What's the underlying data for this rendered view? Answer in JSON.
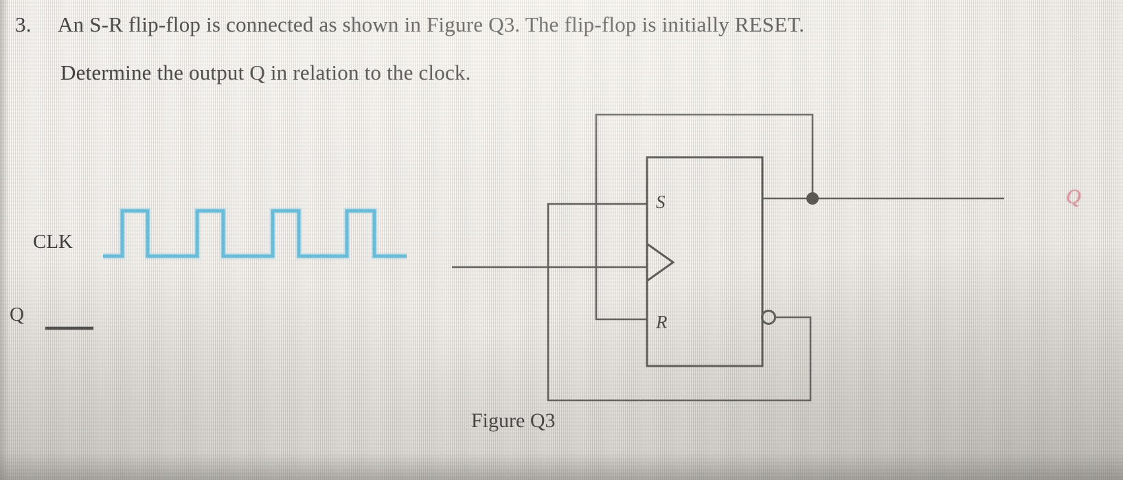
{
  "question": {
    "number": "3.",
    "line1": "An S-R flip-flop is connected as shown in Figure Q3. The flip-flop is initially RESET.",
    "line2": "Determine the output Q in relation to the clock."
  },
  "timing_diagram": {
    "clk_label": "CLK",
    "q_label": "Q",
    "clk_color": "#5bb8d8",
    "answer_line_color": "#3a3836"
  },
  "figure": {
    "caption": "Figure Q3",
    "component": "S-R flip-flop",
    "input_s_label": "S",
    "input_r_label": "R",
    "clock_input_label": "",
    "output_q_label": "Q",
    "output_q_color": "#d98a94",
    "wire_color": "#54524f",
    "junction_dot": true,
    "inverting_bubble": true
  },
  "chart_data": {
    "type": "line",
    "title": "CLK waveform (timing diagram)",
    "xlabel": "",
    "ylabel": "",
    "series": [
      {
        "name": "CLK",
        "color": "#5bb8d8",
        "units": "px",
        "points": [
          [
            150,
            373
          ],
          [
            178,
            373
          ],
          [
            178,
            307
          ],
          [
            215,
            307
          ],
          [
            215,
            373
          ],
          [
            287,
            373
          ],
          [
            287,
            307
          ],
          [
            325,
            307
          ],
          [
            325,
            373
          ],
          [
            397,
            373
          ],
          [
            397,
            307
          ],
          [
            435,
            307
          ],
          [
            435,
            373
          ],
          [
            505,
            373
          ],
          [
            505,
            307
          ],
          [
            545,
            307
          ],
          [
            545,
            373
          ],
          [
            592,
            373
          ]
        ],
        "pulse_count": 4,
        "levels": {
          "low_y": 373,
          "high_y": 307
        }
      },
      {
        "name": "Q",
        "color": "#3a3836",
        "units": "px",
        "points": [
          [
            66,
            478
          ],
          [
            136,
            478
          ]
        ],
        "note": "answer line left blank"
      }
    ]
  }
}
